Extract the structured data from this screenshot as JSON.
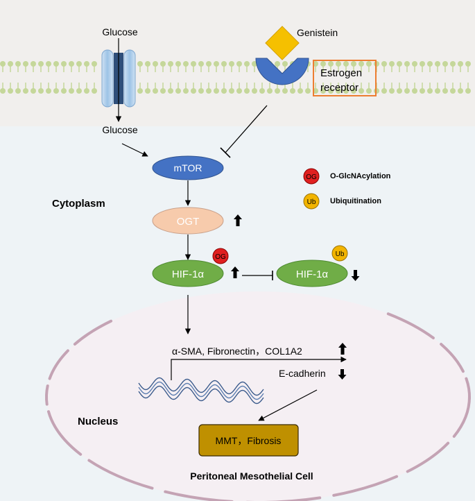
{
  "labels": {
    "glucose_top": "Glucose",
    "glucose_inside": "Glucose",
    "genistein": "Genistein",
    "estrogen_line1": "Estrogen",
    "estrogen_line2": "receptor",
    "mtor": "mTOR",
    "ogt": "OGT",
    "hif_og": "HIF-1α",
    "hif_ub": "HIF-1α",
    "cytoplasm": "Cytoplasm",
    "nucleus": "Nucleus",
    "genes_up": "α-SMA, Fibronectin，COL1A2",
    "ecadherin": "E-cadherin",
    "outcome": "MMT，Fibrosis",
    "cell": "Peritoneal Mesothelial Cell"
  },
  "legend": [
    {
      "badge": "OG",
      "label": "O-GlcNAcylation",
      "color": "#e02020"
    },
    {
      "badge": "Ub",
      "label": "Ubiquitination",
      "color": "#f2b400"
    }
  ],
  "badges": {
    "og": "OG",
    "ub": "Ub"
  },
  "colors": {
    "membrane_band": "#f1efed",
    "membrane_lipid": "#c5d79a",
    "cytoplasm": "#eef3f6",
    "nucleus_fill": "#f5eff3",
    "nucleus_envelope": "#c4a3b4",
    "receptor": "#4472c4",
    "genistein": "#f5c000",
    "estrogen_box": "#ed7d31",
    "mtor": "#4472c4",
    "ogt": "#f7cbac",
    "hif": "#70ad47",
    "outcome": "#bf9000",
    "channel": "#9dc3e6"
  },
  "icons": [
    "arrow-up-icon",
    "arrow-down-icon",
    "inhibit-tbar-icon",
    "dna-mrna-icon"
  ]
}
